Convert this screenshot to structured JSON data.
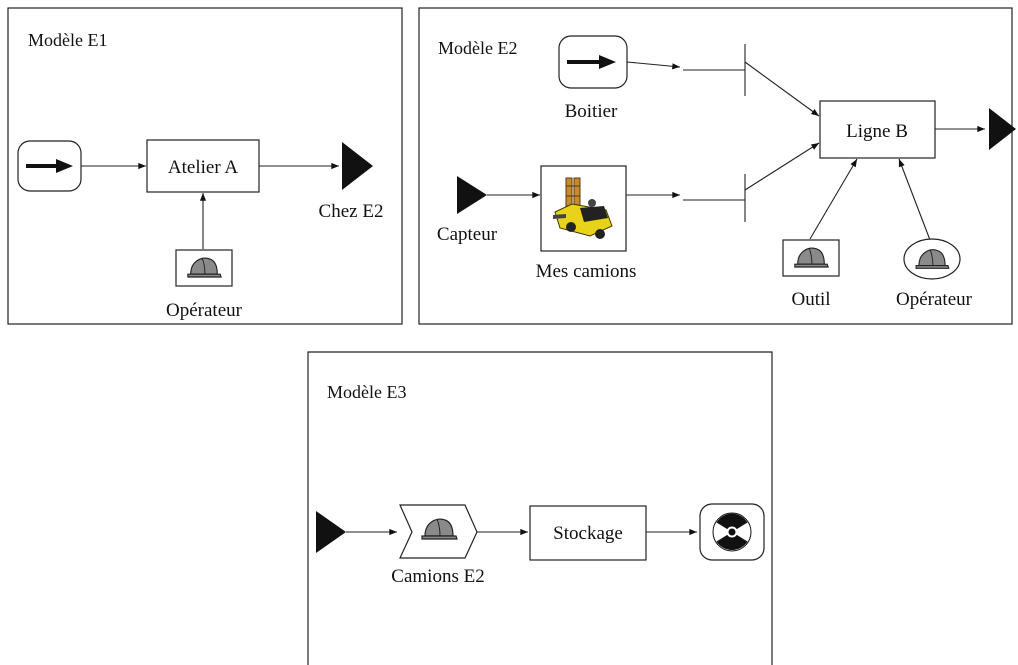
{
  "panels": {
    "e1": {
      "title": "Modèle E1",
      "atelier": "Atelier A",
      "destination": "Chez E2",
      "operateur": "Opérateur"
    },
    "e2": {
      "title": "Modèle E2",
      "boitier": "Boitier",
      "capteur": "Capteur",
      "camions": "Mes camions",
      "ligne": "Ligne B",
      "outil": "Outil",
      "operateur": "Opérateur"
    },
    "e3": {
      "title": "Modèle E3",
      "camions": "Camions E2",
      "stockage": "Stockage"
    }
  },
  "icons": {
    "arrow": "arrow-right-icon",
    "helmet": "helmet-icon",
    "forklift": "forklift-icon",
    "radiation": "radiation-icon",
    "triangle": "triangle-marker-icon"
  },
  "colors": {
    "forklift_yellow": "#e8d21a",
    "helmet_gray": "#8a8a8a",
    "ink": "#111111"
  }
}
